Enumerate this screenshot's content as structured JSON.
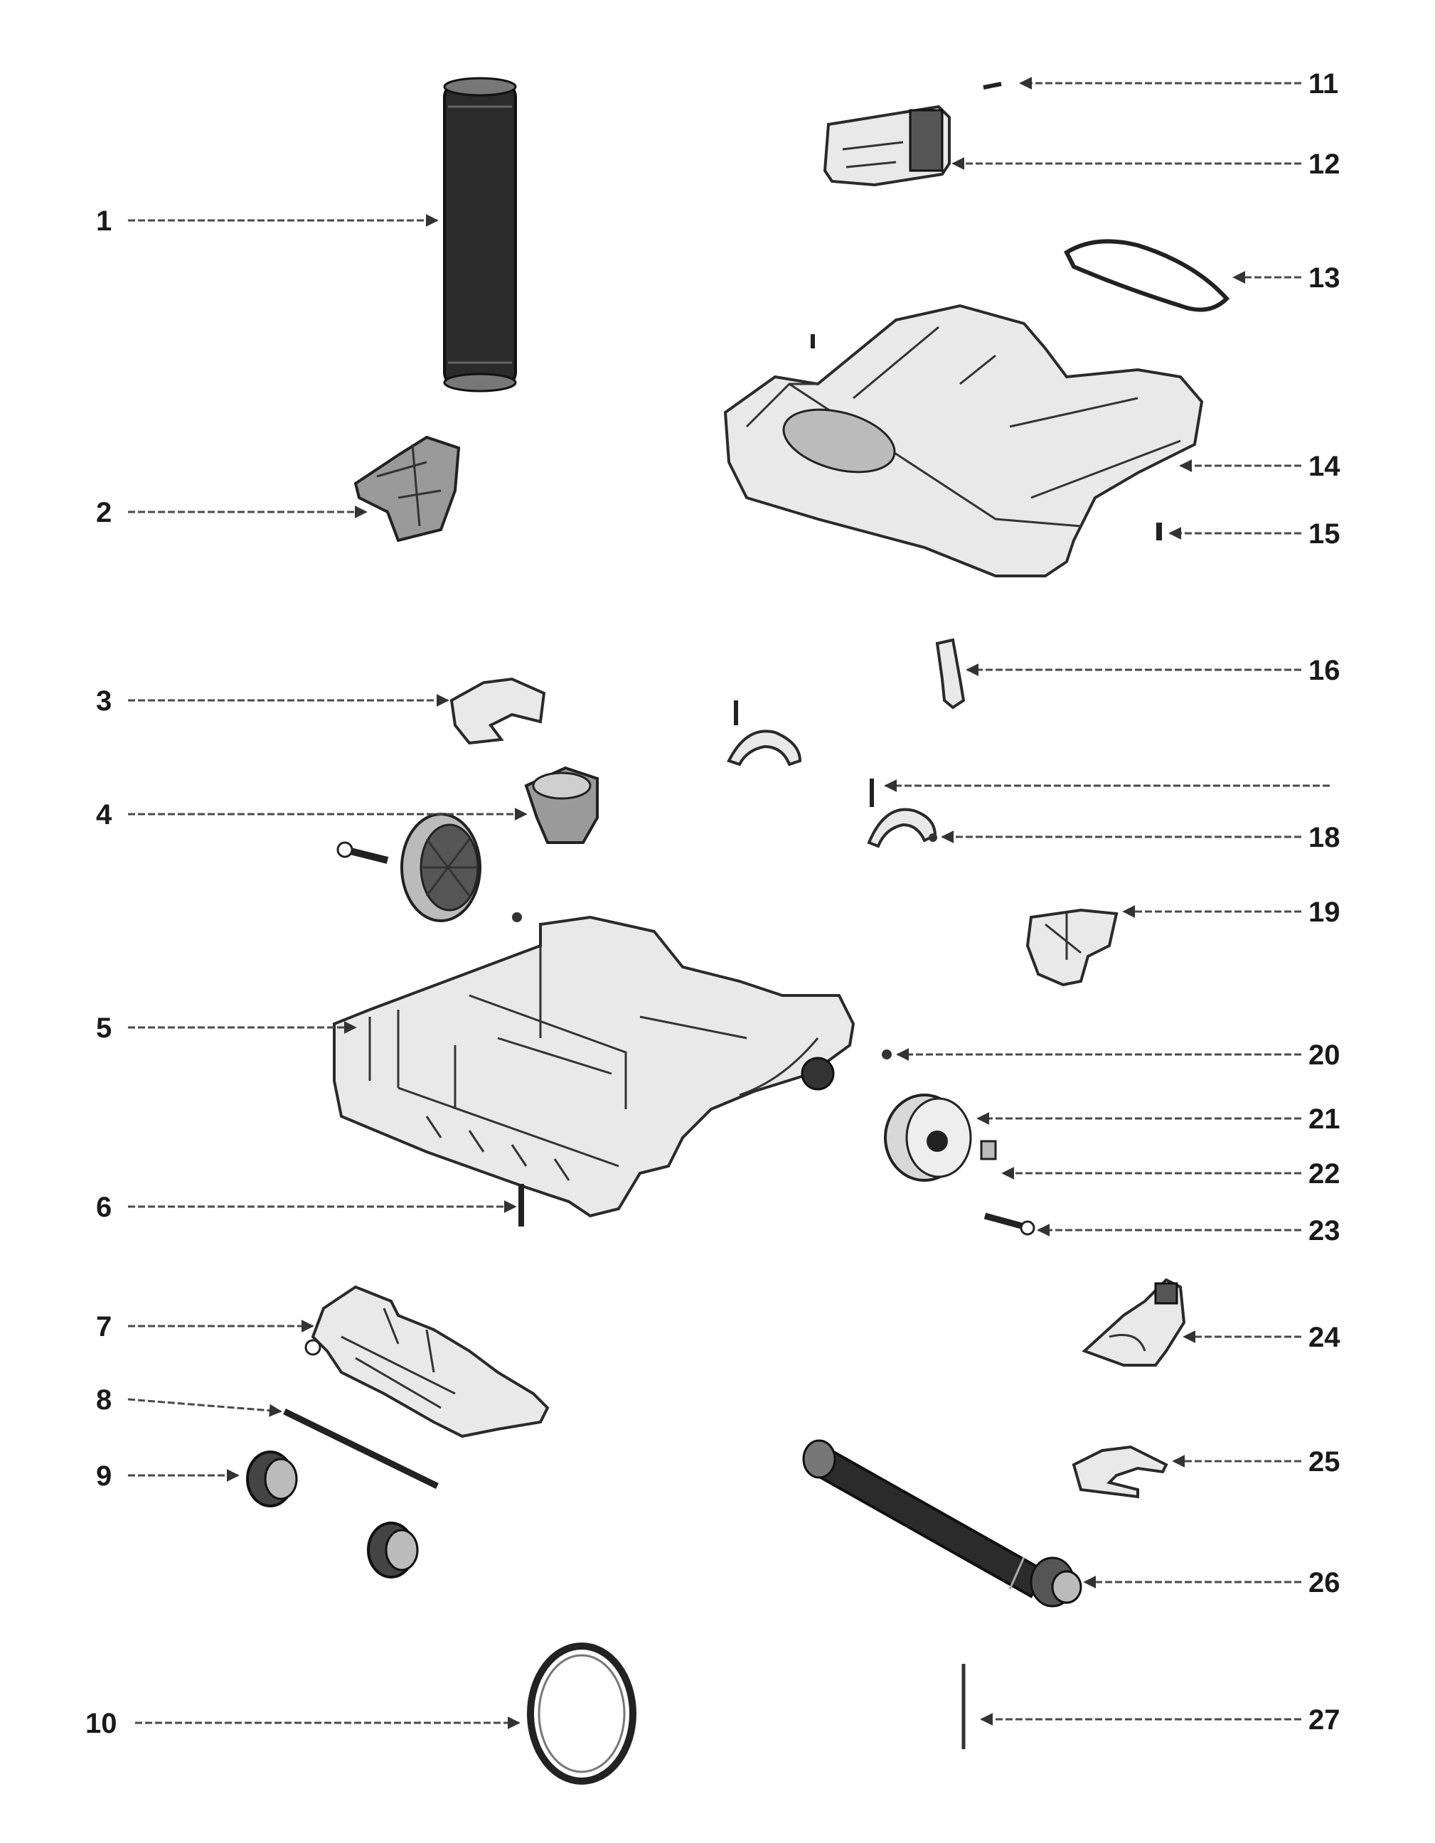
{
  "callouts": {
    "c1": "1",
    "c2": "2",
    "c3": "3",
    "c4": "4",
    "c5": "5",
    "c6": "6",
    "c7": "7",
    "c8": "8",
    "c9": "9",
    "c10": "10",
    "c11": "11",
    "c12": "12",
    "c13": "13",
    "c14": "14",
    "c15": "15",
    "c16": "16",
    "c18": "18",
    "c19": "19",
    "c20": "20",
    "c21": "21",
    "c22": "22",
    "c23": "23",
    "c24": "24",
    "c25": "25",
    "c26": "26",
    "c27": "27"
  }
}
